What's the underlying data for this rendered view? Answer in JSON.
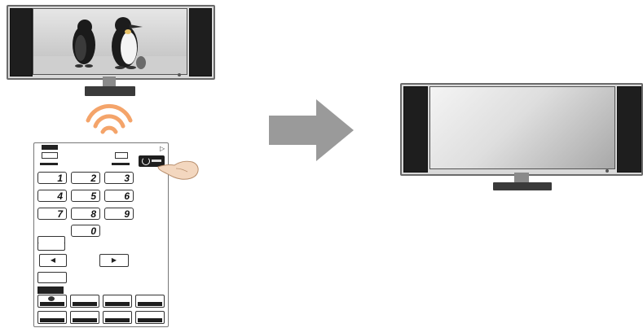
{
  "colors": {
    "signal_wave": "#f4a46a",
    "arrow": "#9a9a9a",
    "screen_off_light": "#f2f2f2",
    "screen_off_dark": "#a8a8a8"
  },
  "icons": {
    "tv_on": "tv-with-penguins",
    "tv_off": "tv-screen-off",
    "signal": "infrared-signal-waves",
    "arrow": "right-arrow",
    "hand": "pointing-hand"
  },
  "remote": {
    "keypad": [
      "1",
      "2",
      "3",
      "4",
      "5",
      "6",
      "7",
      "8",
      "9",
      "0"
    ]
  }
}
